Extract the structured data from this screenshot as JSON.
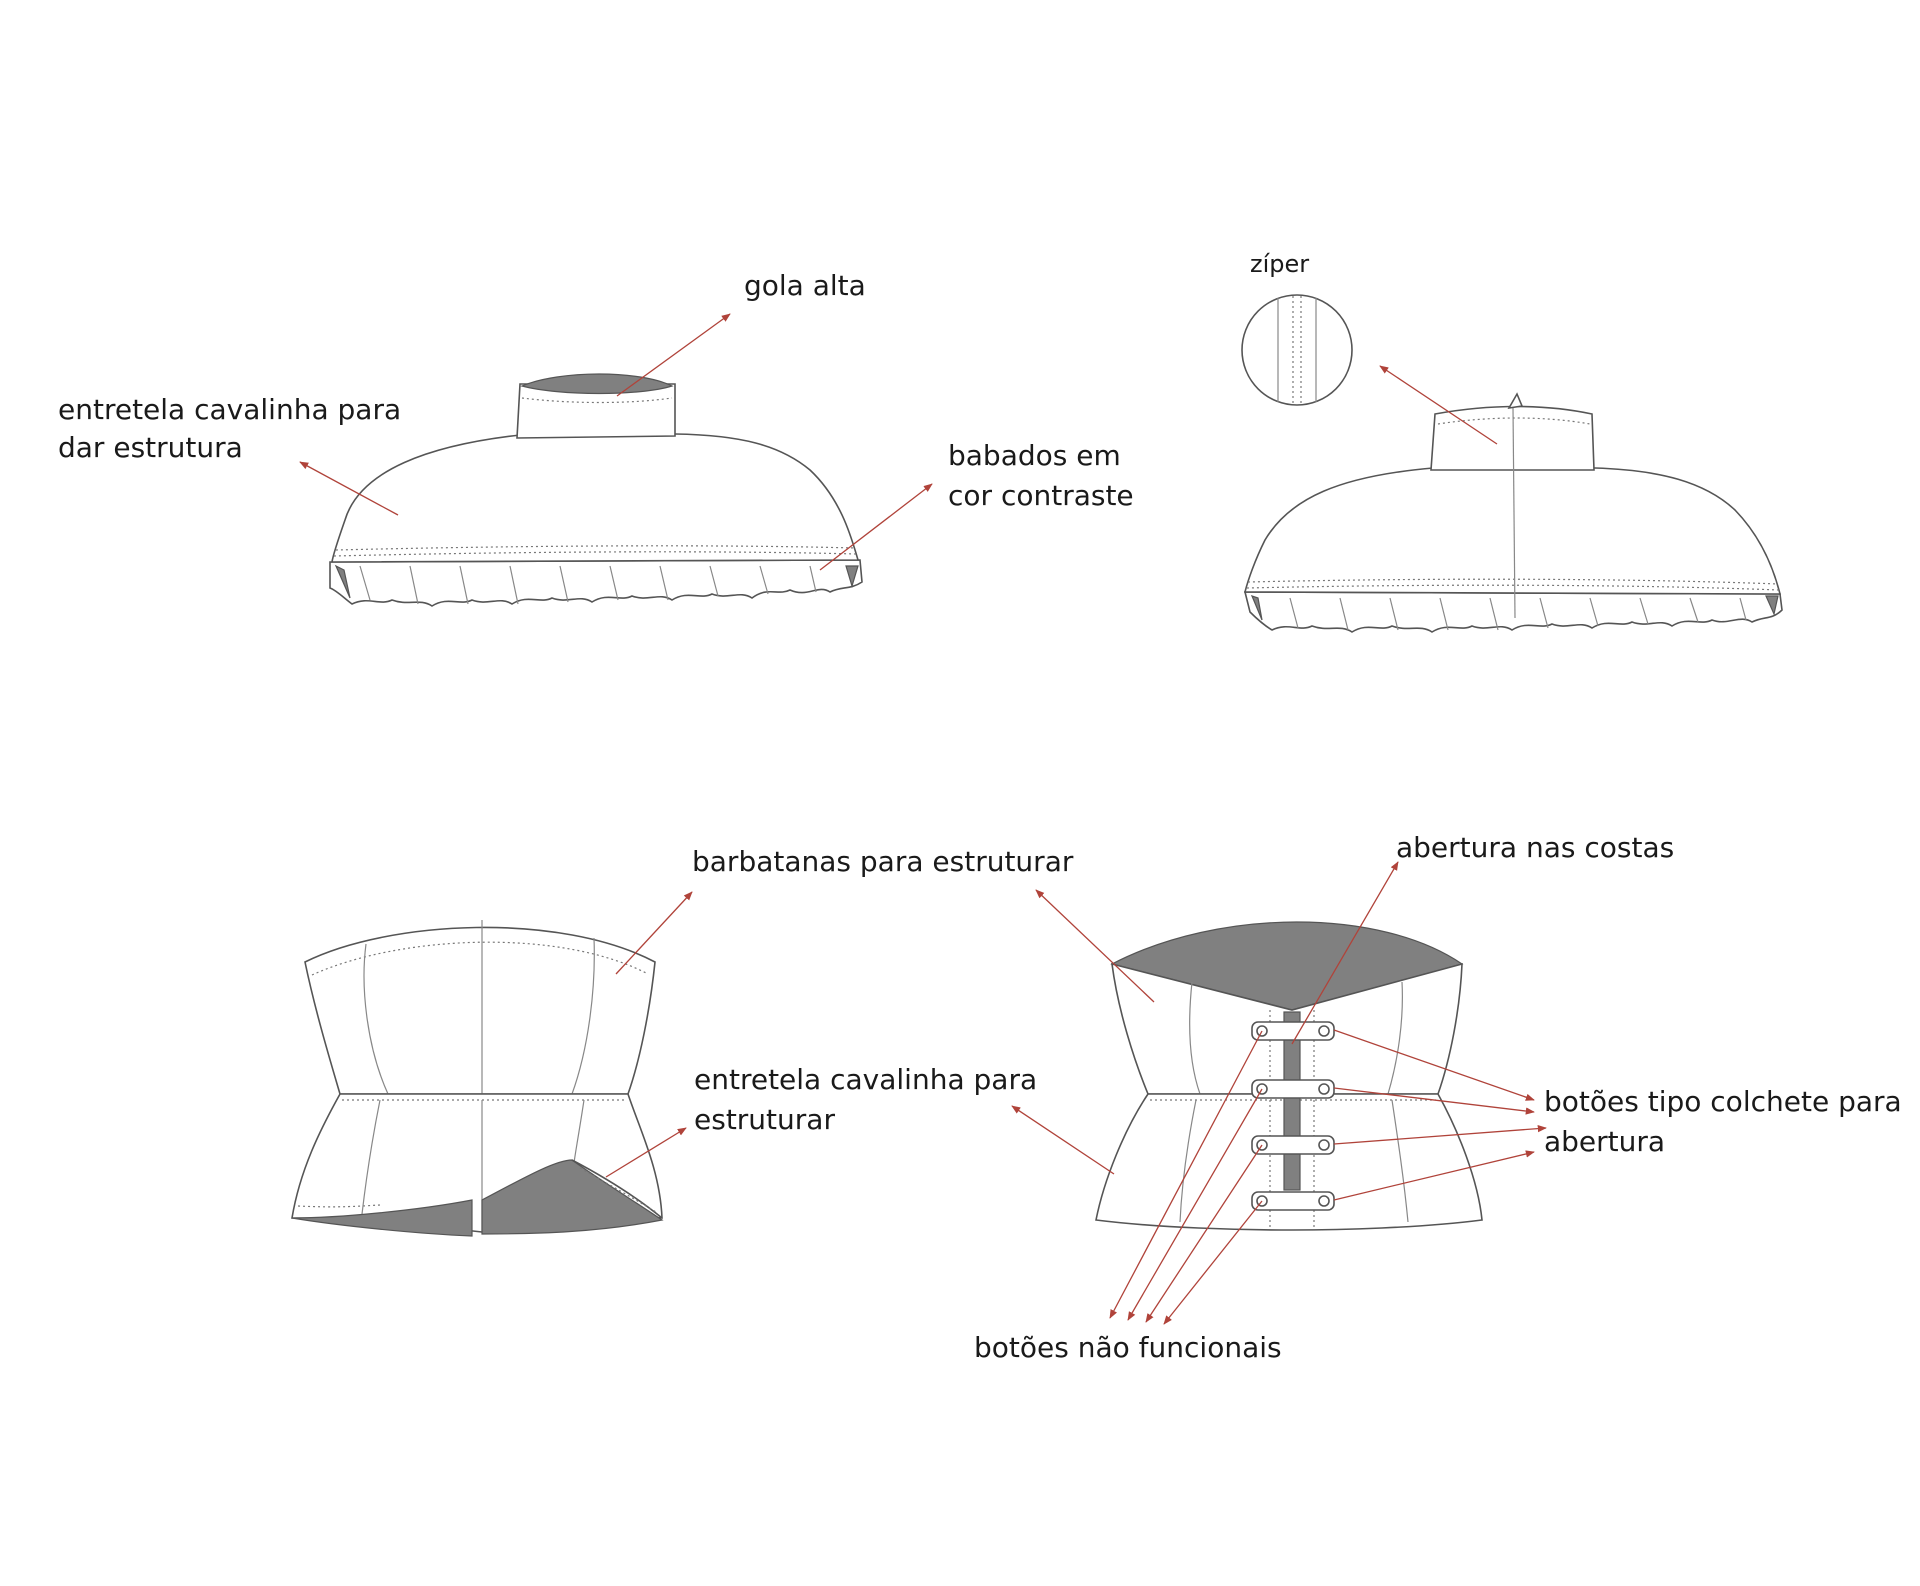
{
  "labels": {
    "gola_alta": "gola alta",
    "entretela_1": "entretela cavalinha para",
    "entretela_1b": "dar estrutura",
    "babados_1": "babados em",
    "babados_2": "cor contraste",
    "ziper": "zíper",
    "barbatanas": "barbatanas para estruturar",
    "entretela_2": "entretela cavalinha para",
    "entretela_2b": "estruturar",
    "abertura_costas": "abertura nas costas",
    "botoes_colchete_1": "botões tipo colchete para",
    "botoes_colchete_2": "abertura",
    "botoes_nao_funcionais": "botões não funcionais"
  },
  "colors": {
    "leader": "#b0433a",
    "contrast_fill": "#808080",
    "outline": "#555555"
  }
}
